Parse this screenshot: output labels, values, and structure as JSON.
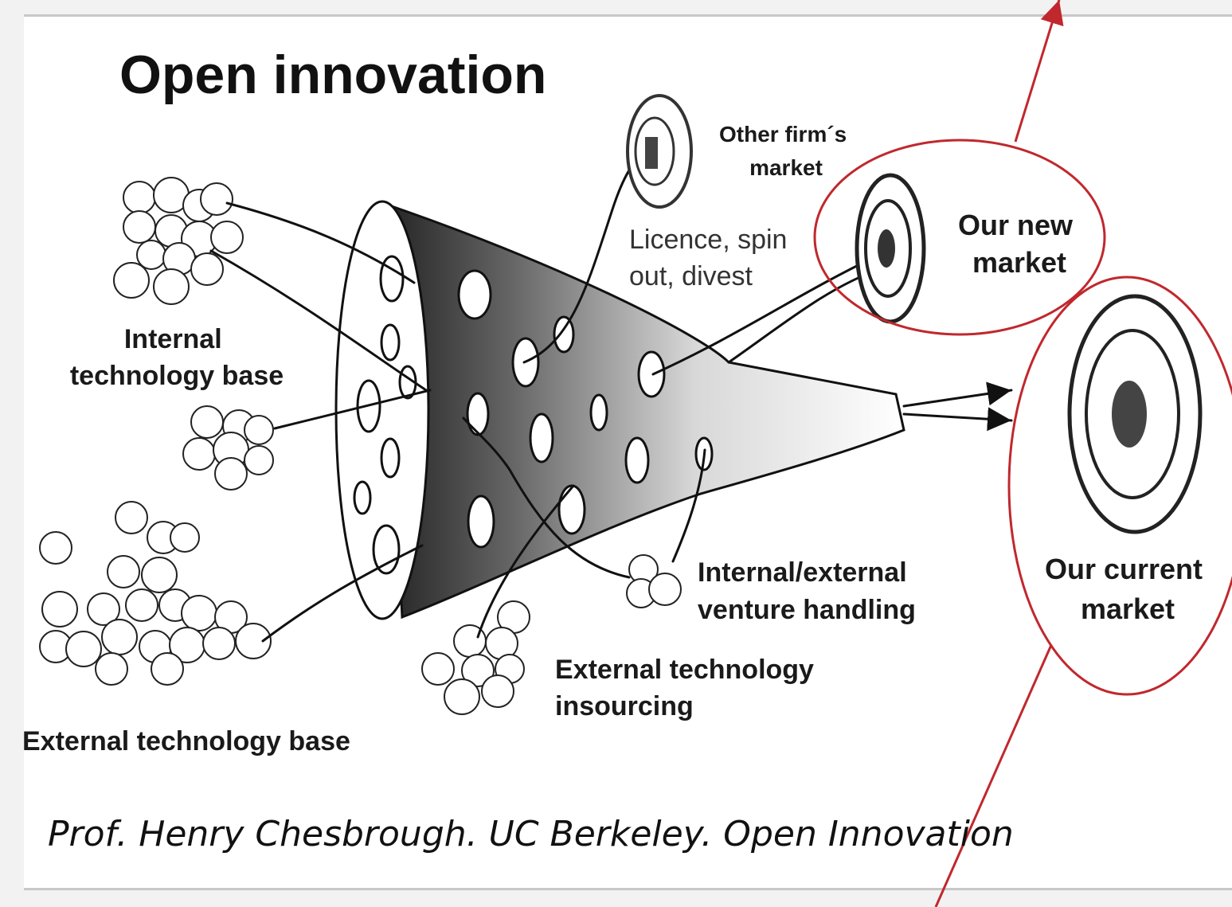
{
  "title": "Open innovation",
  "labels": {
    "internal_base": [
      "Internal",
      "technology base"
    ],
    "external_base": "External technology base",
    "other_firm_market": [
      "Other firm´s",
      "market"
    ],
    "licence": [
      "Licence, spin",
      "out, divest"
    ],
    "new_market": [
      "Our new",
      "market"
    ],
    "current_market": [
      "Our current",
      "market"
    ],
    "venture_handling": [
      "Internal/external",
      "venture handling"
    ],
    "external_insourcing": [
      "External technology",
      "insourcing"
    ]
  },
  "caption": "Prof. Henry Chesbrough. UC Berkeley.  Open Innovation",
  "colors": {
    "highlight": "#c0282d",
    "ink": "#111111"
  }
}
